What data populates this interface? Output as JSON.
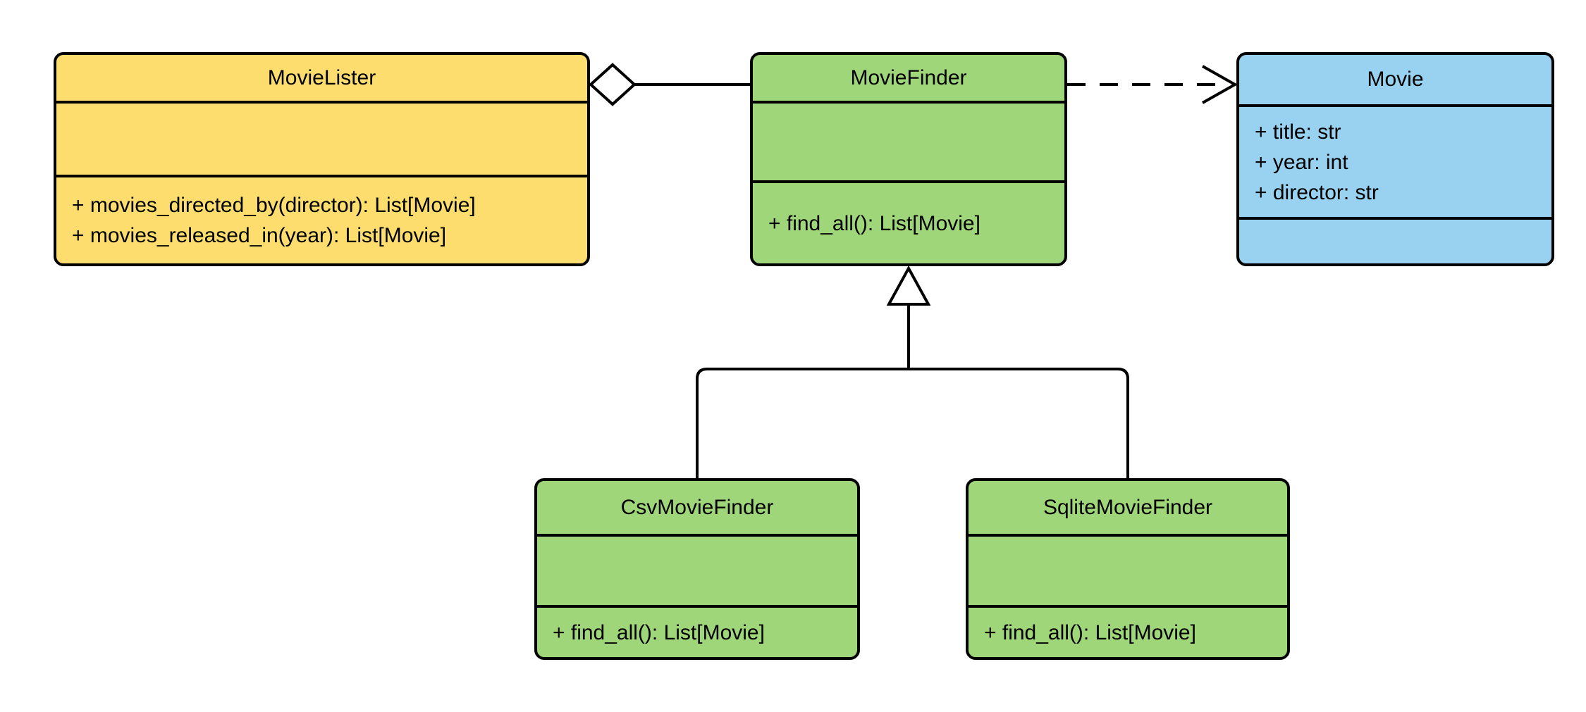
{
  "diagram": {
    "kind": "uml-class-diagram",
    "background": "#ffffff",
    "stroke_color": "#000000",
    "classes": [
      {
        "name": "MovieLister",
        "fill": "#FDDD6E",
        "attributes": [],
        "methods": [
          "+ movies_directed_by(director): List[Movie]",
          "+ movies_released_in(year): List[Movie]"
        ]
      },
      {
        "name": "MovieFinder",
        "fill": "#A0D67A",
        "attributes": [],
        "methods": [
          "+ find_all(): List[Movie]"
        ]
      },
      {
        "name": "Movie",
        "fill": "#99D1F0",
        "attributes": [
          "+ title: str",
          "+ year: int",
          "+ director: str"
        ],
        "methods": []
      },
      {
        "name": "CsvMovieFinder",
        "fill": "#A0D67A",
        "attributes": [],
        "methods": [
          "+ find_all(): List[Movie]"
        ]
      },
      {
        "name": "SqliteMovieFinder",
        "fill": "#A0D67A",
        "attributes": [],
        "methods": [
          "+ find_all(): List[Movie]"
        ]
      }
    ],
    "relationships": [
      {
        "type": "aggregation",
        "from": "MovieLister",
        "to": "MovieFinder"
      },
      {
        "type": "dependency",
        "from": "MovieFinder",
        "to": "Movie"
      },
      {
        "type": "inheritance",
        "from": "CsvMovieFinder",
        "to": "MovieFinder"
      },
      {
        "type": "inheritance",
        "from": "SqliteMovieFinder",
        "to": "MovieFinder"
      }
    ]
  }
}
